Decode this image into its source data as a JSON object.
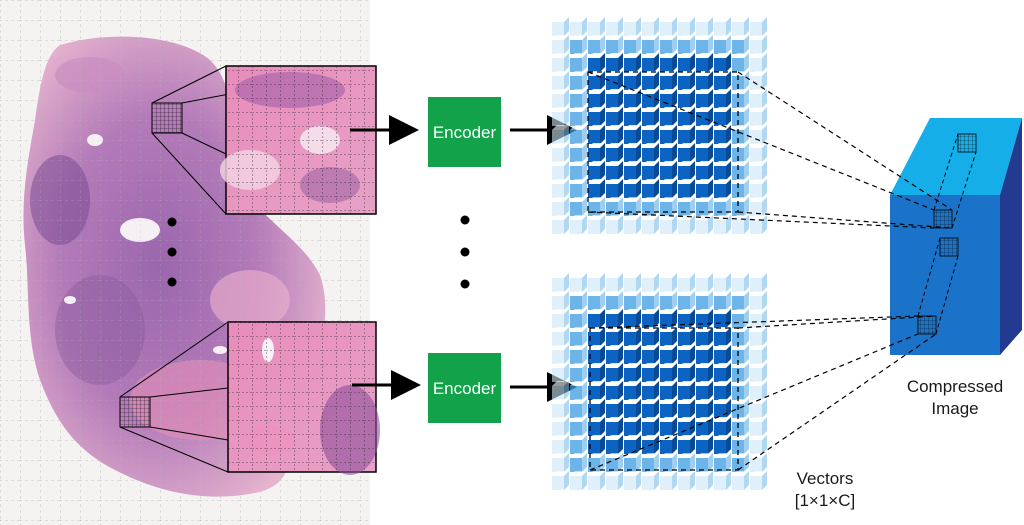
{
  "encoder_top": {
    "label": "Encoder"
  },
  "encoder_bottom": {
    "label": "Encoder"
  },
  "compressed_image": {
    "line1": "Compressed",
    "line2": "Image"
  },
  "vectors": {
    "line1": "Vectors",
    "line2": "[1×1×C]"
  },
  "colors": {
    "encoder": "#12a24a",
    "tissue_pink": "#e9a9c8",
    "tissue_purple": "#8a5a9e",
    "cube_front": "#1a73c9",
    "cube_top": "#15aee9",
    "cube_side": "#223a8f",
    "vector_light": "#c9e6f8",
    "vector_mid": "#3c9be0",
    "vector_dark": "#0d63c2"
  }
}
